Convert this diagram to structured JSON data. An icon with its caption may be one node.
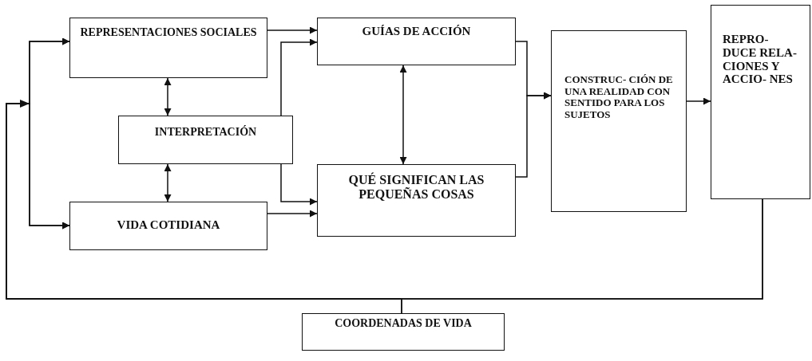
{
  "diagram": {
    "nodes": [
      {
        "text": [
          "REPRESENTACIONES SOCIALES"
        ]
      },
      {
        "text": [
          "INTERPRETACIÓN"
        ]
      },
      {
        "text": [
          "VIDA COTIDIANA"
        ]
      },
      {
        "text": [
          "GUÍAS DE ACCIÓN"
        ]
      },
      {
        "text": [
          "QUÉ SIGNIFICAN LAS PEQUEÑAS COSAS"
        ]
      },
      {
        "text": [
          "CONSTRUC- CIÓN DE UNA REALIDAD CON SENTIDO PARA LOS SUJETOS"
        ]
      },
      {
        "text": [
          "REPRO- DUCE RELA- CIONES Y ACCIO- NES"
        ]
      },
      {
        "text": [
          "COORDENADAS DE VIDA"
        ]
      }
    ],
    "edges": [
      {
        "from": 0,
        "to": 3,
        "arrow": "to"
      },
      {
        "from": 1,
        "to": 3,
        "arrow": "to"
      },
      {
        "from": 0,
        "to": 1,
        "arrow": "both"
      },
      {
        "from": 1,
        "to": 2,
        "arrow": "both"
      },
      {
        "from": 1,
        "to": 4,
        "arrow": "to"
      },
      {
        "from": 2,
        "to": 4,
        "arrow": "to"
      },
      {
        "from": 3,
        "to": 4,
        "arrow": "both"
      },
      {
        "from": 3,
        "to": 5,
        "arrow": "to"
      },
      {
        "from": 4,
        "to": 5,
        "arrow": "to"
      },
      {
        "from": 5,
        "to": 6,
        "arrow": "to"
      },
      {
        "from": 6,
        "to": 0,
        "arrow": "to"
      },
      {
        "from": 6,
        "to": 2,
        "arrow": "to"
      },
      {
        "from": 7,
        "to": 0,
        "arrow": "to"
      },
      {
        "from": 7,
        "to": 2,
        "arrow": "to"
      }
    ]
  }
}
